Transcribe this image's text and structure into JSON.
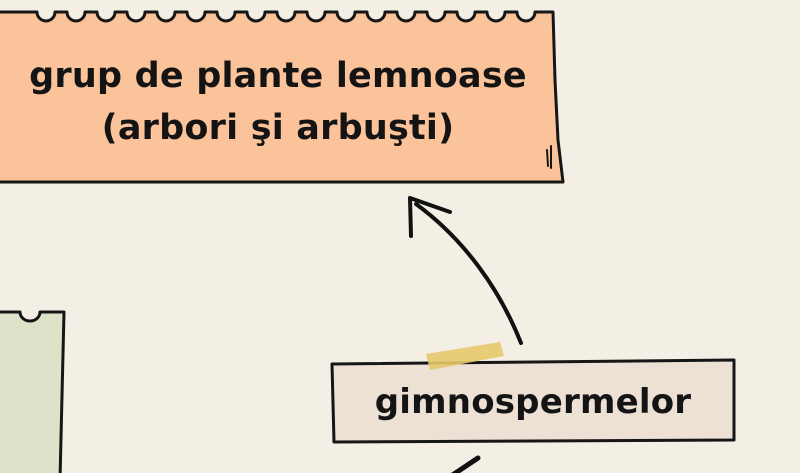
{
  "diagram": {
    "top_node": {
      "line1": "grup de plante lemnoase",
      "line2": "(arbori şi arbuşti)",
      "fill": "#fbc39a"
    },
    "bottom_node": {
      "label": "gimnospermelor",
      "fill": "#ede1d6"
    },
    "left_node": {
      "fill": "#dde3c9"
    },
    "tape_color": "#e7c86a",
    "arrow_color": "#111111",
    "background": "#f4efe4"
  }
}
